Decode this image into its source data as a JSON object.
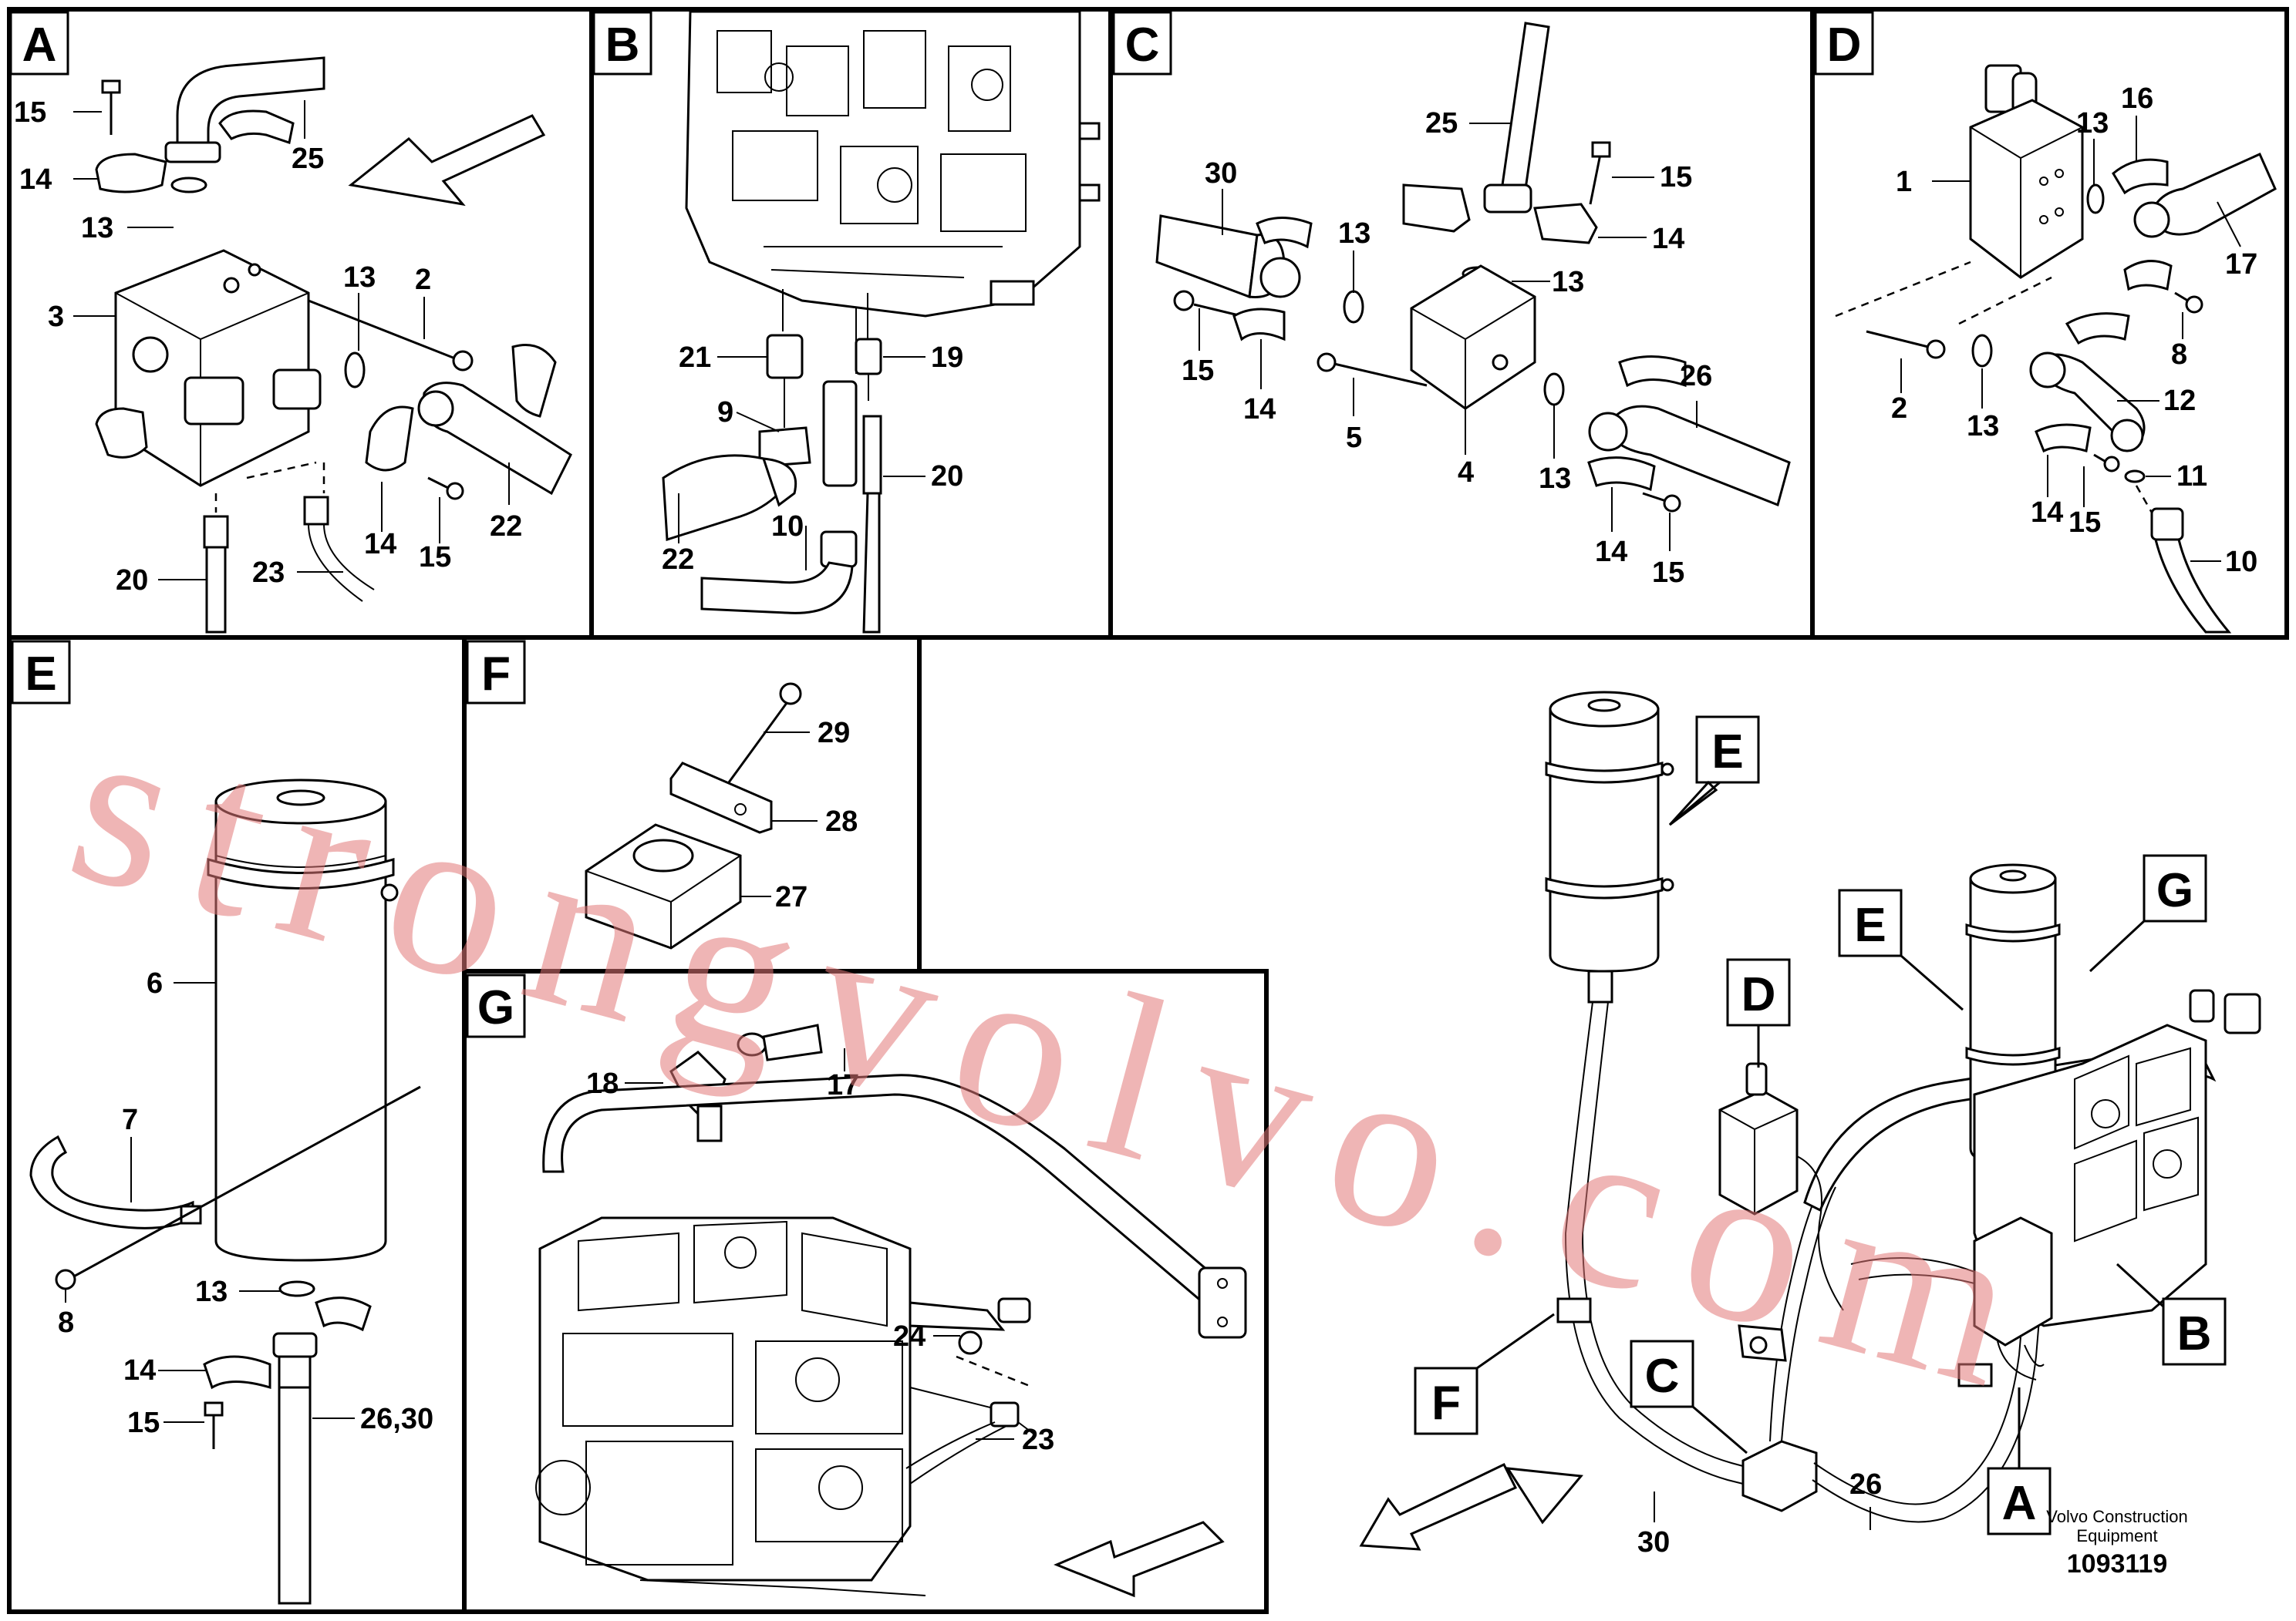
{
  "panels": {
    "A": {
      "label": "A",
      "parts": [
        "15",
        "14",
        "13",
        "3",
        "13",
        "2",
        "25",
        "14",
        "15",
        "22",
        "20",
        "23"
      ]
    },
    "B": {
      "label": "B",
      "parts": [
        "21",
        "19",
        "9",
        "20",
        "22",
        "10"
      ]
    },
    "C": {
      "label": "C",
      "parts": [
        "25",
        "15",
        "30",
        "13",
        "14",
        "13",
        "15",
        "14",
        "5",
        "4",
        "26",
        "13",
        "14",
        "15"
      ]
    },
    "D": {
      "label": "D",
      "parts": [
        "13",
        "16",
        "1",
        "17",
        "8",
        "2",
        "12",
        "13",
        "11",
        "14",
        "15",
        "10"
      ]
    },
    "E": {
      "label": "E",
      "parts": [
        "6",
        "7",
        "8",
        "13",
        "14",
        "26,30",
        "15"
      ]
    },
    "F": {
      "label": "F",
      "parts": [
        "29",
        "28",
        "27"
      ]
    },
    "G": {
      "label": "G",
      "parts": [
        "18",
        "17",
        "24",
        "23"
      ]
    }
  },
  "overview": {
    "callouts": [
      "E",
      "E",
      "G",
      "D",
      "B",
      "C",
      "F",
      "A"
    ],
    "hose_labels": [
      "30",
      "26"
    ]
  },
  "watermark": "strongvolvo.com",
  "footer": {
    "line1": "Volvo Construction",
    "line2": "Equipment",
    "drawing_id": "1093119"
  }
}
